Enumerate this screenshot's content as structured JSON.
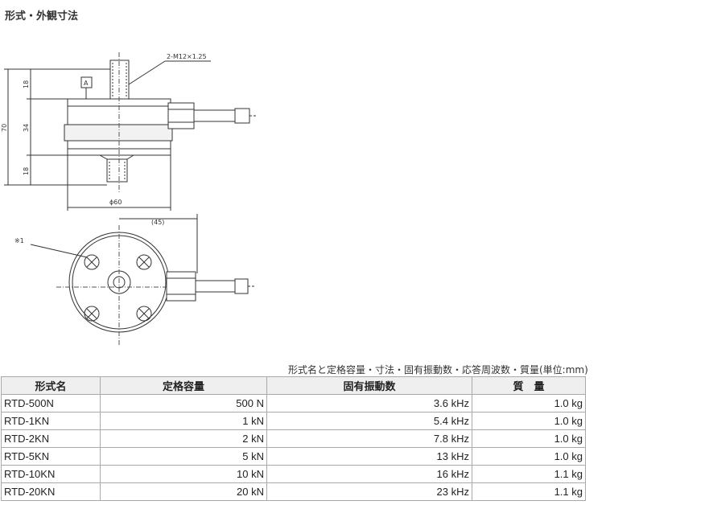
{
  "section_title": "形式・外観寸法",
  "drawing": {
    "thread_note": "2-M12×1.25",
    "datum_label": "A",
    "dim_total_height": "70",
    "dim_top": "18",
    "dim_middle": "34",
    "dim_bottom": "18",
    "dim_diameter": "ϕ60",
    "dim_cable": "(45)",
    "note_mark": "※1"
  },
  "table": {
    "caption": "形式名と定格容量・寸法・固有振動数・応答周波数・質量(単位:mm)",
    "headers": [
      "形式名",
      "定格容量",
      "固有振動数",
      "質　量"
    ],
    "rows": [
      [
        "RTD-500N",
        "500 N",
        "3.6 kHz",
        "1.0 kg"
      ],
      [
        "RTD-1KN",
        "1 kN",
        "5.4 kHz",
        "1.0 kg"
      ],
      [
        "RTD-2KN",
        "2 kN",
        "7.8 kHz",
        "1.0 kg"
      ],
      [
        "RTD-5KN",
        "5 kN",
        "13 kHz",
        "1.0 kg"
      ],
      [
        "RTD-10KN",
        "10 kN",
        "16 kHz",
        "1.1 kg"
      ],
      [
        "RTD-20KN",
        "20 kN",
        "23 kHz",
        "1.1 kg"
      ]
    ]
  }
}
